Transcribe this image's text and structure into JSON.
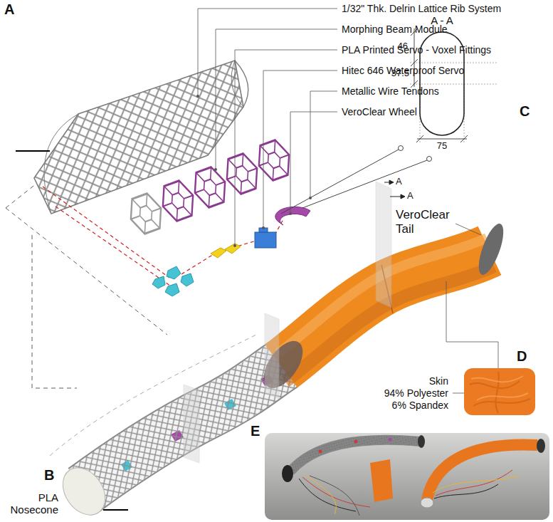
{
  "diagram": {
    "labels": [
      "A",
      "1/32\" Thk. Delrin Lattice Rib System",
      "Morphing Beam Module",
      "PLA Printed Servo - Voxel Fittings",
      "Hitec 646 Waterproof Servo",
      "Metallic Wire Tendons",
      "VeroClear Wheel",
      "A - A",
      "46",
      "37.5",
      "C",
      "75",
      "VeroClear Tail",
      "A",
      "A",
      "D",
      "Skin",
      "94% Polyester",
      "6% Spandex",
      "B",
      "PLA Nosecone",
      "E"
    ]
  }
}
